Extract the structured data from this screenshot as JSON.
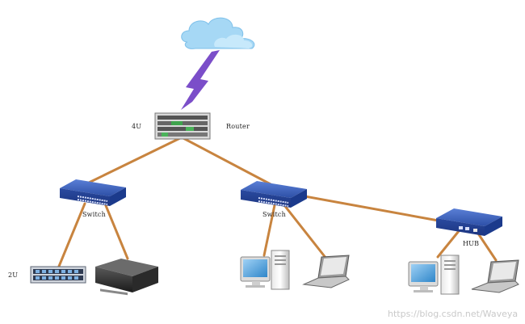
{
  "labels": {
    "router_size": "4U",
    "router": "Router",
    "switch_left": "Switch",
    "switch_mid": "Switch",
    "hub": "HUB",
    "server_size": "2U"
  },
  "watermark": "https://blog.csdn.net/Waveya",
  "colors": {
    "link": "#c8843f",
    "cloud": "#9fd3f2",
    "lightning": "#7b4ec9",
    "switch": "#2f53a8"
  },
  "icons": [
    "cloud-icon",
    "lightning-icon",
    "router-icon",
    "switch-icon",
    "hub-icon",
    "rack-server-icon",
    "tower-server-icon",
    "desktop-computer-icon",
    "laptop-icon"
  ]
}
